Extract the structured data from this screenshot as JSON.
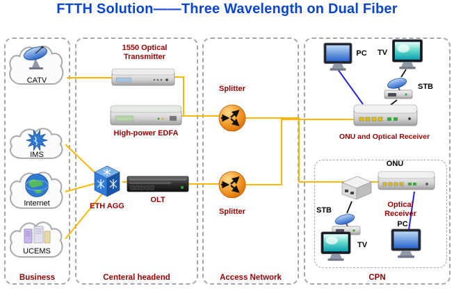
{
  "title": "FTTH Solution——Three Wavelength on Dual Fiber",
  "colors": {
    "title_blue": "#0a45d2",
    "label_maroon": "#9b0000",
    "fiber_line_yellow": "#fcb800",
    "ethernet_line_blue": "#2020e8",
    "cable_line_black": "#111111",
    "splitter_orange": "#f49c2a",
    "dashed_border_gray": "#a6a6a6"
  },
  "sections": {
    "business": {
      "label": "Business",
      "nodes": {
        "catv": "CATV",
        "ims": "IMS",
        "internet": "Internet",
        "ucems": "UCEMS"
      }
    },
    "headend": {
      "label": "Centeral headend",
      "nodes": {
        "transmitter": "1550 Optical Transmitter",
        "edfa": "High-power EDFA",
        "eth_agg": "ETH AGG",
        "olt": "OLT"
      }
    },
    "access": {
      "label": "Access Network",
      "nodes": {
        "splitter_top": "Splitter",
        "splitter_bottom": "Splitter"
      }
    },
    "cpn": {
      "label": "CPN",
      "nodes": {
        "pc_top": "PC",
        "tv_top": "TV",
        "stb_top": "STB",
        "onu_top": "ONU and Optical Receiver",
        "onu_bottom": "ONU",
        "optical_receiver": "Optical Receiver",
        "stb_bottom": "STB",
        "tv_bottom": "TV",
        "pc_bottom": "PC"
      }
    }
  }
}
